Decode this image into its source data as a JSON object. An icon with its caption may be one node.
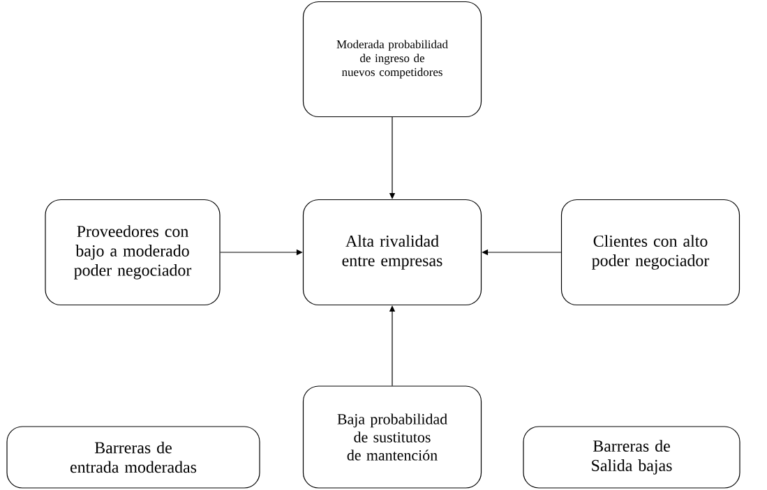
{
  "diagram": {
    "nodes": [
      {
        "text": [
          "Moderada probabilidad de ingreso de nuevos competidores"
        ]
      },
      {
        "text": [
          "Proveedores con bajo a moderado poder negociador"
        ]
      },
      {
        "text": [
          "Alta rivalidad entre empresas"
        ]
      },
      {
        "text": [
          "Clientes con alto poder negociador"
        ]
      },
      {
        "text": [
          "Baja probabilidad de sustitutos de mantención"
        ]
      },
      {
        "text": [
          "Barreras de entrada moderadas"
        ]
      },
      {
        "text": [
          "Barreras de Salida bajas"
        ]
      }
    ],
    "edges": [
      {
        "from": 0,
        "to": 2,
        "arrow": "to"
      },
      {
        "from": 1,
        "to": 2,
        "arrow": "to"
      },
      {
        "from": 3,
        "to": 2,
        "arrow": "to"
      },
      {
        "from": 4,
        "to": 2,
        "arrow": "to"
      }
    ]
  }
}
